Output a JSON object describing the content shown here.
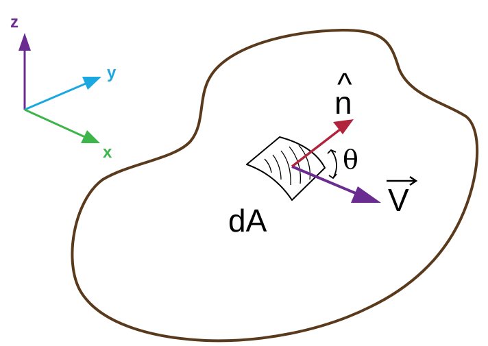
{
  "colors": {
    "z_axis": "#6a2c91",
    "y_axis": "#1ba8e0",
    "x_axis": "#3db54a",
    "boundary": "#5a3a1c",
    "normal": "#b0243c",
    "velocity": "#6a2c91",
    "ink": "#000000"
  },
  "axes": {
    "z_label": "z",
    "y_label": "y",
    "x_label": "x"
  },
  "labels": {
    "normal": "n",
    "normal_hat": "^",
    "theta": "θ",
    "velocity": "V",
    "area_element": "dA"
  }
}
